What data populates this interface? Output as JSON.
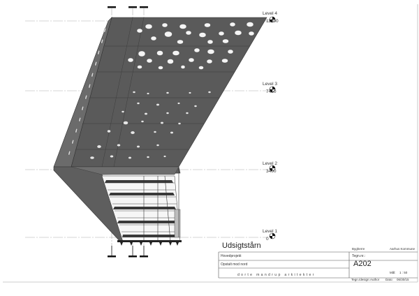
{
  "levels": [
    {
      "name": "Level 4",
      "value": "11000"
    },
    {
      "name": "Level 3",
      "value": "7450"
    },
    {
      "name": "Level 2",
      "value": "3400"
    },
    {
      "name": "Level 1",
      "value": "0"
    }
  ],
  "title_block": {
    "drawing_title": "Udsigtstårn",
    "client_label": "Bygherre",
    "client_value": "Aarhus Kommune",
    "phase": "Hovedprojekt",
    "drawing_no_label": "Tegn.nr.:",
    "drawing_no": "A202",
    "view_name": "Opstalt mod nord",
    "scale_label": "Mål:",
    "scale_value": "1 : 50",
    "drawn_by_label": "Tegn./design:",
    "drawn_by": "Author",
    "date_label": "Dato:",
    "date": "06/30/15",
    "firm": "dorte mandrup arkitekter"
  },
  "colors": {
    "facade": "#5a5a5a",
    "facade_side": "#6b6b6b",
    "hole": "#f4f4f4",
    "line": "#888888"
  }
}
